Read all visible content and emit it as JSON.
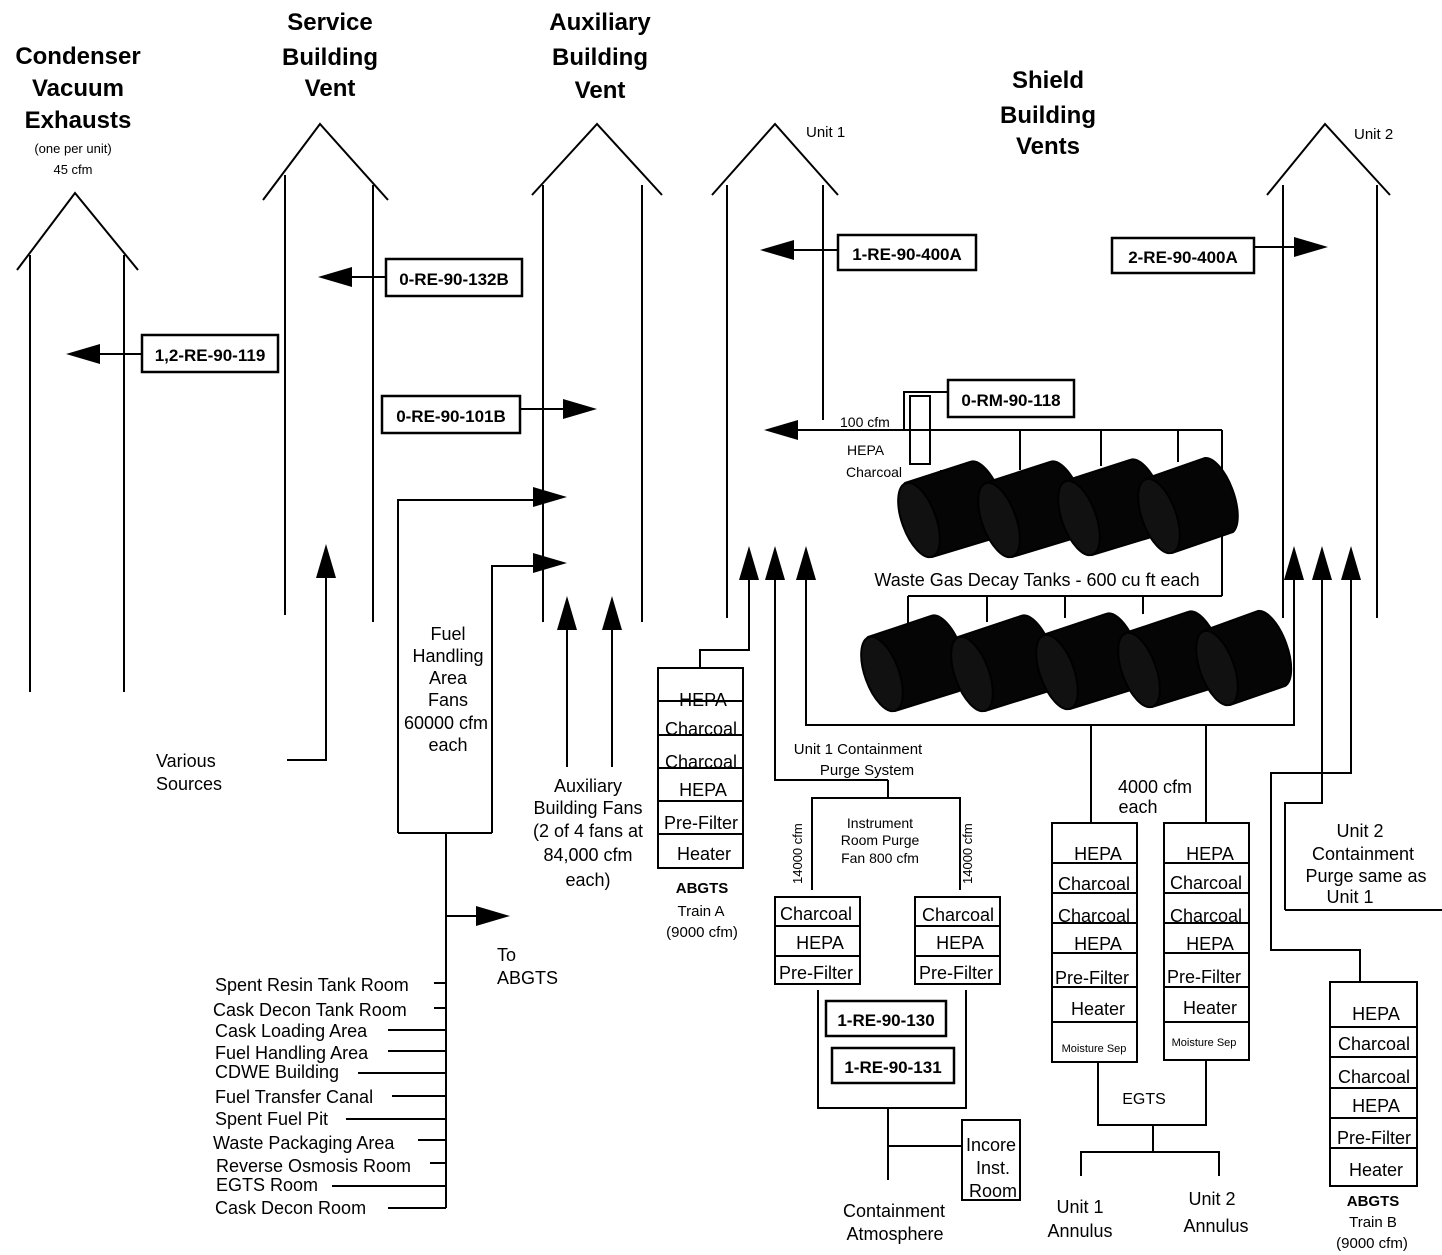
{
  "headings": {
    "condenser": [
      "Condenser",
      "Vacuum",
      "Exhausts"
    ],
    "condenser_note": [
      "(one per unit)",
      "45 cfm"
    ],
    "service": [
      "Service",
      "Building",
      "Vent"
    ],
    "auxiliary": [
      "Auxiliary",
      "Building",
      "Vent"
    ],
    "shield": [
      "Shield",
      "Building",
      "Vents"
    ]
  },
  "unit_labels": {
    "unit1": "Unit 1",
    "unit2": "Unit 2"
  },
  "monitors": {
    "re119": "1,2-RE-90-119",
    "re132b": "0-RE-90-132B",
    "re101b": "0-RE-90-101B",
    "re400a_u1": "1-RE-90-400A",
    "re400a_u2": "2-RE-90-400A",
    "rm118": "0-RM-90-118",
    "re130": "1-RE-90-130",
    "re131": "1-RE-90-131"
  },
  "waste_gas": {
    "flow": "100 cfm",
    "hepa": "HEPA",
    "charcoal": "Charcoal",
    "tanks_label": "Waste Gas Decay Tanks - 600 cu ft each"
  },
  "various_sources": [
    "Various",
    "Sources"
  ],
  "fuel_fans": [
    "Fuel",
    "Handling",
    "Area",
    "Fans",
    "60000 cfm",
    "each"
  ],
  "aux_fans": [
    "Auxiliary",
    "Building Fans",
    "(2 of 4 fans at",
    "84,000 cfm",
    "each)"
  ],
  "to_abgts": [
    "To",
    "ABGTS"
  ],
  "sources_list": [
    "Spent Resin Tank Room",
    "Cask Decon Tank Room",
    "Cask Loading Area",
    "Fuel Handling Area",
    "CDWE Building",
    "Fuel Transfer Canal",
    "Spent Fuel Pit",
    "Waste Packaging Area",
    "Reverse Osmosis Room",
    "EGTS Room",
    "Cask Decon Room"
  ],
  "abgts_a": {
    "filters": [
      "HEPA",
      "Charcoal",
      "Charcoal",
      "HEPA",
      "Pre-Filter",
      "Heater"
    ],
    "title": "ABGTS",
    "caption": [
      "Train A",
      "(9000 cfm)"
    ]
  },
  "abgts_b": {
    "filters": [
      "HEPA",
      "Charcoal",
      "Charcoal",
      "HEPA",
      "Pre-Filter",
      "Heater"
    ],
    "title": "ABGTS",
    "caption": [
      "Train B",
      "(9000 cfm)"
    ]
  },
  "purge": {
    "label": [
      "Unit 1 Containment",
      "Purge System"
    ],
    "instrument_fan": [
      "Instrument",
      "Room Purge",
      "Fan 800 cfm"
    ],
    "flow_left": "14000 cfm",
    "flow_right": "14000 cfm",
    "filters_left": [
      "Charcoal",
      "HEPA",
      "Pre-Filter"
    ],
    "filters_right": [
      "Charcoal",
      "HEPA",
      "Pre-Filter"
    ],
    "incore": [
      "Incore",
      "Inst.",
      "Room"
    ],
    "containment": [
      "Containment",
      "Atmosphere"
    ]
  },
  "egts": {
    "flow": [
      "4000 cfm",
      "each"
    ],
    "filters_a": [
      "HEPA",
      "Charcoal",
      "Charcoal",
      "HEPA",
      "Pre-Filter",
      "Heater",
      "Moisture Sep"
    ],
    "filters_b": [
      "HEPA",
      "Charcoal",
      "Charcoal",
      "HEPA",
      "Pre-Filter",
      "Heater",
      "Moisture Sep"
    ],
    "label": "EGTS",
    "annulus1": [
      "Unit 1",
      "Annulus"
    ],
    "annulus2": [
      "Unit 2",
      "Annulus"
    ]
  },
  "unit2_purge": [
    "Unit 2",
    "Containment",
    "Purge same as",
    "Unit 1"
  ]
}
